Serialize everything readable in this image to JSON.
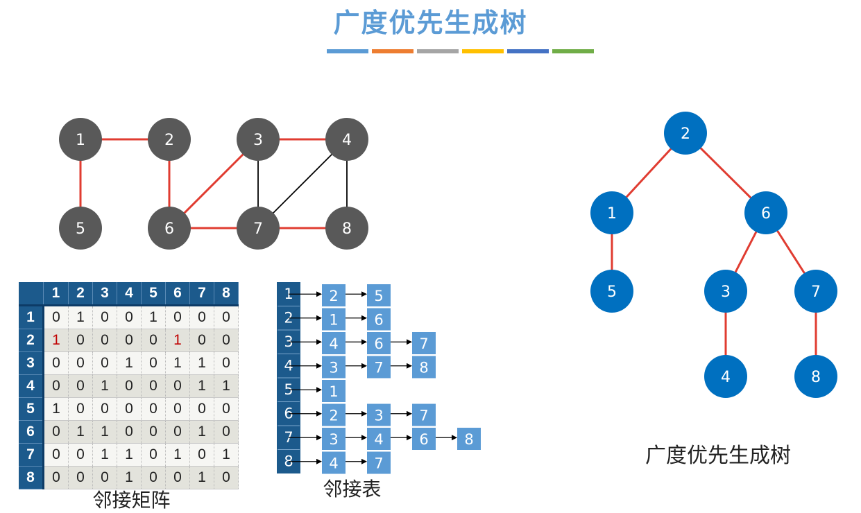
{
  "title": "广度优先生成树",
  "title_bar_colors": [
    "#5b9bd5",
    "#ed7d31",
    "#a5a5a5",
    "#ffc000",
    "#4472c4",
    "#70ad47"
  ],
  "colors": {
    "graph_node": "#595959",
    "tree_node": "#0070c0",
    "tree_edge": "#e03c31",
    "plain_edge": "#000000",
    "list_index": "#1c5a8c",
    "list_cell": "#5b9bd5",
    "matrix_highlight": "#c00000"
  },
  "graph": {
    "nodes": [
      "1",
      "2",
      "3",
      "4",
      "5",
      "6",
      "7",
      "8"
    ],
    "edges": [
      {
        "from": "1",
        "to": "2",
        "tree": true
      },
      {
        "from": "1",
        "to": "5",
        "tree": true
      },
      {
        "from": "2",
        "to": "6",
        "tree": true
      },
      {
        "from": "3",
        "to": "6",
        "tree": true
      },
      {
        "from": "3",
        "to": "4",
        "tree": true
      },
      {
        "from": "3",
        "to": "7",
        "tree": false
      },
      {
        "from": "4",
        "to": "7",
        "tree": false
      },
      {
        "from": "4",
        "to": "8",
        "tree": false
      },
      {
        "from": "6",
        "to": "7",
        "tree": true
      },
      {
        "from": "7",
        "to": "8",
        "tree": true
      }
    ]
  },
  "matrix": {
    "headers": [
      "1",
      "2",
      "3",
      "4",
      "5",
      "6",
      "7",
      "8"
    ],
    "rows": [
      [
        "0",
        "1",
        "0",
        "0",
        "1",
        "0",
        "0",
        "0"
      ],
      [
        "1",
        "0",
        "0",
        "0",
        "0",
        "1",
        "0",
        "0"
      ],
      [
        "0",
        "0",
        "0",
        "1",
        "0",
        "1",
        "1",
        "0"
      ],
      [
        "0",
        "0",
        "1",
        "0",
        "0",
        "0",
        "1",
        "1"
      ],
      [
        "1",
        "0",
        "0",
        "0",
        "0",
        "0",
        "0",
        "0"
      ],
      [
        "0",
        "1",
        "1",
        "0",
        "0",
        "0",
        "1",
        "0"
      ],
      [
        "0",
        "0",
        "1",
        "1",
        "0",
        "1",
        "0",
        "1"
      ],
      [
        "0",
        "0",
        "0",
        "1",
        "0",
        "0",
        "1",
        "0"
      ]
    ],
    "highlighted": [
      [
        1,
        0
      ],
      [
        1,
        5
      ]
    ],
    "caption": "邻接矩阵"
  },
  "adj_list": {
    "rows": [
      {
        "vertex": "1",
        "neighbors": [
          "2",
          "5"
        ]
      },
      {
        "vertex": "2",
        "neighbors": [
          "1",
          "6"
        ]
      },
      {
        "vertex": "3",
        "neighbors": [
          "4",
          "6",
          "7"
        ]
      },
      {
        "vertex": "4",
        "neighbors": [
          "3",
          "7",
          "8"
        ]
      },
      {
        "vertex": "5",
        "neighbors": [
          "1"
        ]
      },
      {
        "vertex": "6",
        "neighbors": [
          "2",
          "3",
          "7"
        ]
      },
      {
        "vertex": "7",
        "neighbors": [
          "3",
          "4",
          "6",
          "8"
        ]
      },
      {
        "vertex": "8",
        "neighbors": [
          "4",
          "7"
        ]
      }
    ],
    "caption": "邻接表"
  },
  "bfs_tree": {
    "root": "2",
    "edges": [
      {
        "parent": "2",
        "child": "1"
      },
      {
        "parent": "2",
        "child": "6"
      },
      {
        "parent": "1",
        "child": "5"
      },
      {
        "parent": "6",
        "child": "3"
      },
      {
        "parent": "6",
        "child": "7"
      },
      {
        "parent": "3",
        "child": "4"
      },
      {
        "parent": "7",
        "child": "8"
      }
    ],
    "caption": "广度优先生成树"
  }
}
